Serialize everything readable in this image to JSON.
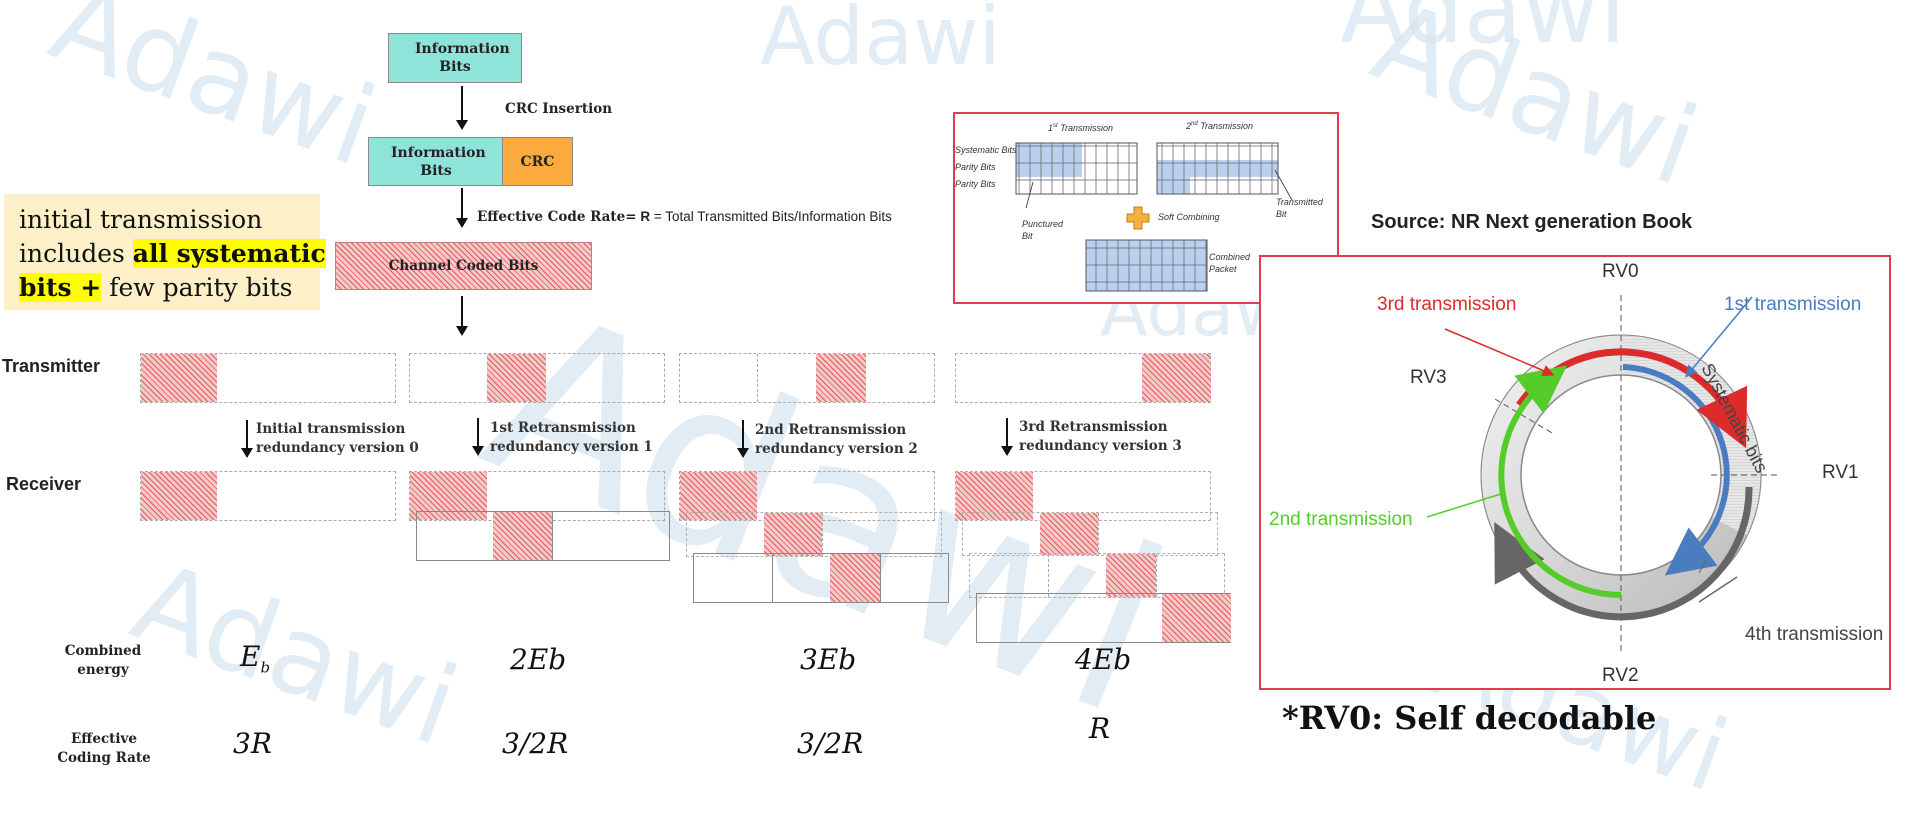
{
  "watermark": "Adawi",
  "flow": {
    "info_bits": "Information Bits",
    "crc_insertion": "CRC Insertion",
    "info_bits_2": "Information Bits",
    "crc": "CRC",
    "effective_rate_prefix": "Effective Code Rate=",
    "effective_rate_r": "R",
    "effective_rate_suffix": "= Total Transmitted Bits/Information Bits",
    "channel_coded": "Channel Coded Bits"
  },
  "note": {
    "line1": "initial transmission",
    "line2_plain": "includes ",
    "line2_highlight": "all systematic",
    "line3_highlight": "bits +",
    "line3_plain": " few parity bits"
  },
  "rows": {
    "transmitter": "Transmitter",
    "receiver": "Receiver",
    "combined_energy_1": "Combined",
    "combined_energy_2": "energy",
    "effective_coding_1": "Effective",
    "effective_coding_2": "Coding Rate"
  },
  "steps": [
    {
      "line1": "Initial transmission",
      "line2": "redundancy version 0",
      "energy": "E",
      "energy_sub": "b",
      "rate": "3R"
    },
    {
      "line1": "1st Retransmission",
      "line2": "redundancy version 1",
      "energy": "2Eb",
      "rate": "3/2R"
    },
    {
      "line1": "2nd  Retransmission",
      "line2": "redundancy version 2",
      "energy": "3Eb",
      "rate": "3/2R"
    },
    {
      "line1": "3rd Retransmission",
      "line2": "redundancy version 3",
      "energy": "4Eb",
      "rate": "R"
    }
  ],
  "inset": {
    "first_tx": "1",
    "first_tx_sup": "st",
    "first_tx_rest": " Transmission",
    "second_tx": "2",
    "second_tx_sup": "nd",
    "second_tx_rest": " Transmission",
    "row_labels": [
      "Systematic Bits",
      "Parity Bits",
      "Parity Bits"
    ],
    "punctured": "Punctured Bit",
    "soft_combining": "Soft Combining",
    "transmitted": "Transmitted Bit",
    "combined_packet": "Combined Packet",
    "border_color": "#e03c4f"
  },
  "source": "Source: NR Next generation Book",
  "circle": {
    "rv0": "RV0",
    "rv1": "RV1",
    "rv2": "RV2",
    "rv3": "RV3",
    "first": "1st transmission",
    "second": "2nd transmission",
    "third": "3rd transmission",
    "fourth": "4th transmission",
    "systematic": "Systematic bits",
    "colors": {
      "first": "#4a7cc0",
      "second": "#55cc2a",
      "third": "#dd2a2a",
      "fourth": "#666666"
    }
  },
  "footnote": "*RV0: Self decodable"
}
